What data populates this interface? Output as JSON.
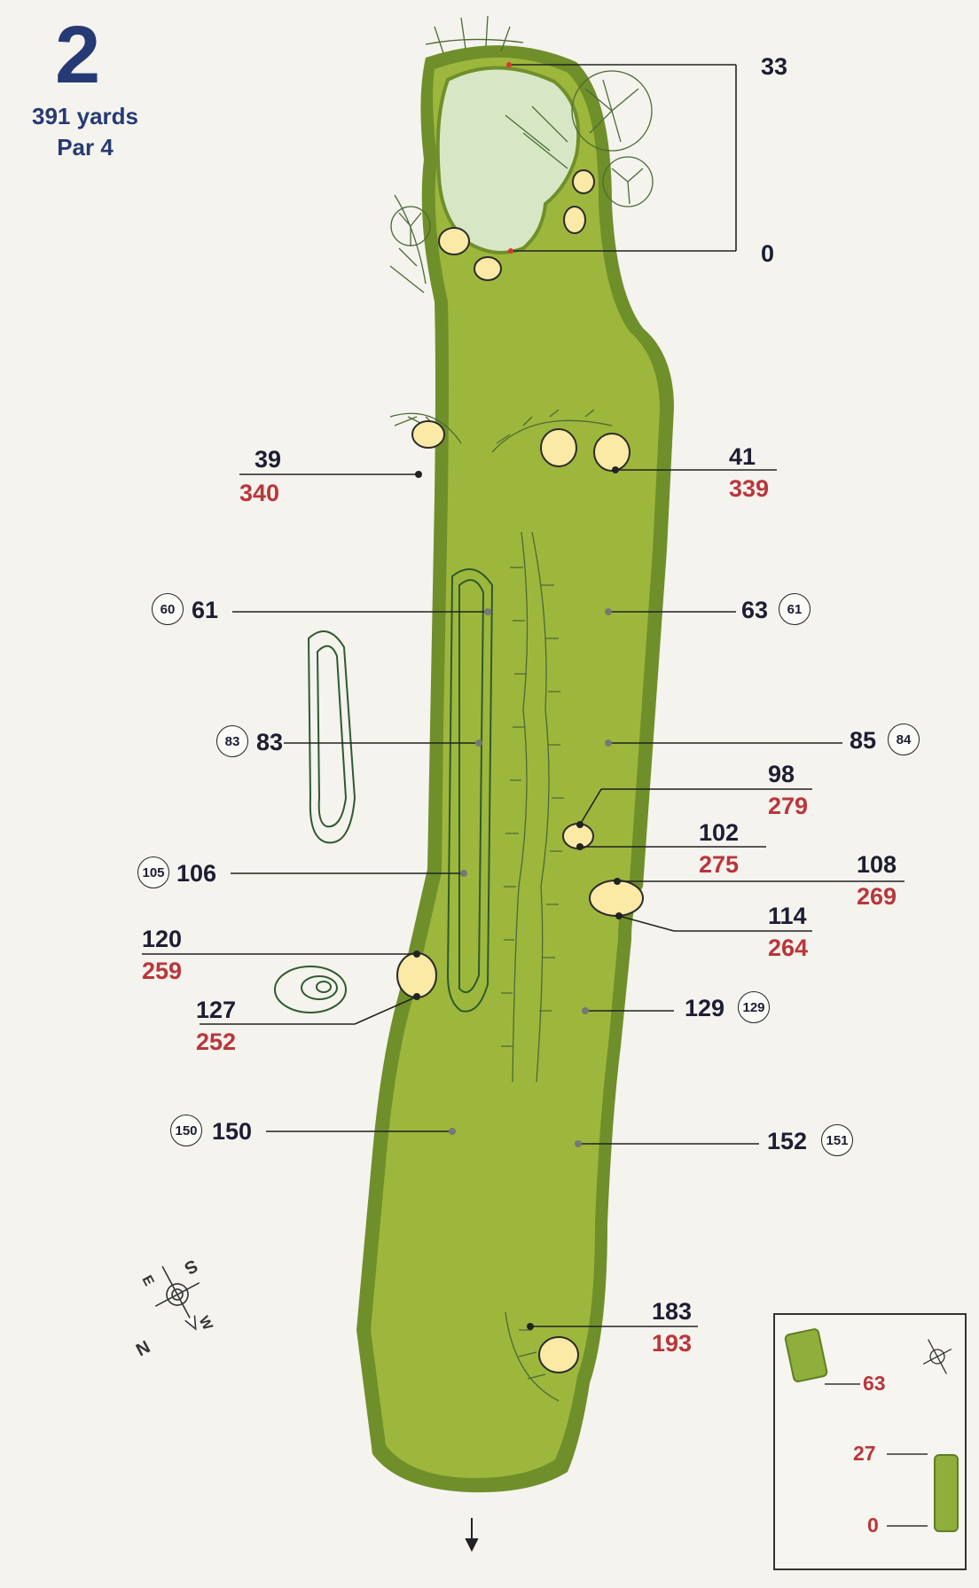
{
  "hole": {
    "number": "2",
    "yards": "391 yards",
    "par": "Par 4"
  },
  "green": {
    "depth_back": "33",
    "depth_front": "0"
  },
  "markers": {
    "m39": {
      "top": "39",
      "bottom": "340"
    },
    "m41": {
      "top": "41",
      "bottom": "339"
    },
    "m61": {
      "value": "61",
      "circled": "60"
    },
    "m63": {
      "value": "63",
      "circled": "61"
    },
    "m83": {
      "value": "83",
      "circled": "83"
    },
    "m85": {
      "value": "85",
      "circled": "84"
    },
    "m98": {
      "top": "98",
      "bottom": "279"
    },
    "m102": {
      "top": "102",
      "bottom": "275"
    },
    "m106": {
      "value": "106",
      "circled": "105"
    },
    "m108": {
      "top": "108",
      "bottom": "269"
    },
    "m114": {
      "top": "114",
      "bottom": "264"
    },
    "m120": {
      "top": "120",
      "bottom": "259"
    },
    "m127": {
      "top": "127",
      "bottom": "252"
    },
    "m129": {
      "value": "129",
      "circled": "129"
    },
    "m150": {
      "value": "150",
      "circled": "150"
    },
    "m152": {
      "value": "152",
      "circled": "151"
    },
    "m183": {
      "top": "183",
      "bottom": "193"
    }
  },
  "compass": {
    "n": "N",
    "s": "S",
    "e": "E",
    "w": "W"
  },
  "inset": {
    "tee_far": "63",
    "tee_mid": "27",
    "tee_zero": "0"
  },
  "colors": {
    "fairway": "#9db73d",
    "rough": "#6f8f2a",
    "green": "#d7e7c6",
    "bunker": "#fbe9a6",
    "text": "#1d1d33",
    "red_text": "#b9363a",
    "title": "#263a75"
  },
  "icons": [
    "compass-rose-icon",
    "tee-direction-arrow-icon"
  ]
}
